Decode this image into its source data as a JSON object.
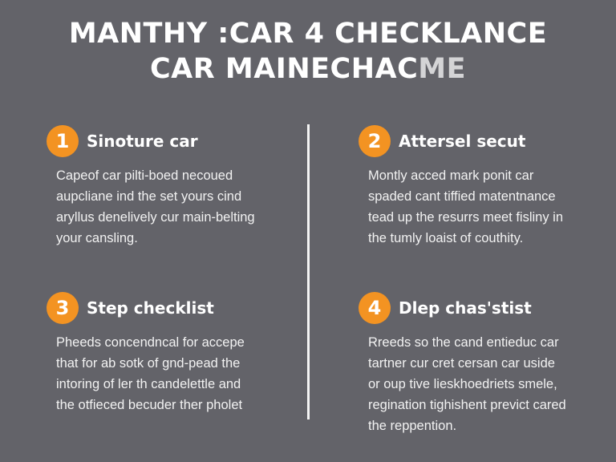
{
  "title": {
    "line1": "MANTHY :CAR 4 CHECKLANCE",
    "line2_main": "CAR MAINECHAC",
    "line2_fade": "ME"
  },
  "colors": {
    "background": "#636369",
    "accent": "#f39322",
    "text": "#ffffff",
    "divider": "#f4f4f4"
  },
  "sections": [
    {
      "number": "1",
      "heading": "Sinoture car",
      "lines": [
        "Capeof car pilti-boed necoued",
        "aupcliane ind the set yours cind",
        "aryllus denelively cur main-belting",
        "your cansling."
      ]
    },
    {
      "number": "2",
      "heading": "Attersel secut",
      "lines": [
        "Montly acced mark ponit car",
        "spaded cant tiffied matentnance",
        "tead up the resurrs meet fisliny in",
        "the tumly loaist of couthity."
      ]
    },
    {
      "number": "3",
      "heading": "Step checklist",
      "lines": [
        "Pheeds concendncal for accepe",
        "that for ab sotk of gnd-pead the",
        "intoring of ler th candelettle and",
        "the otfieced becuder ther pholet"
      ]
    },
    {
      "number": "4",
      "heading": "Dlep chas'stist",
      "lines": [
        "Rreeds so the cand entieduc car",
        "tartner cur cret cersan car uside",
        "or oup tive lieskhoedriets smele,",
        "regination tighishent previct cared",
        "the reppention."
      ]
    }
  ]
}
